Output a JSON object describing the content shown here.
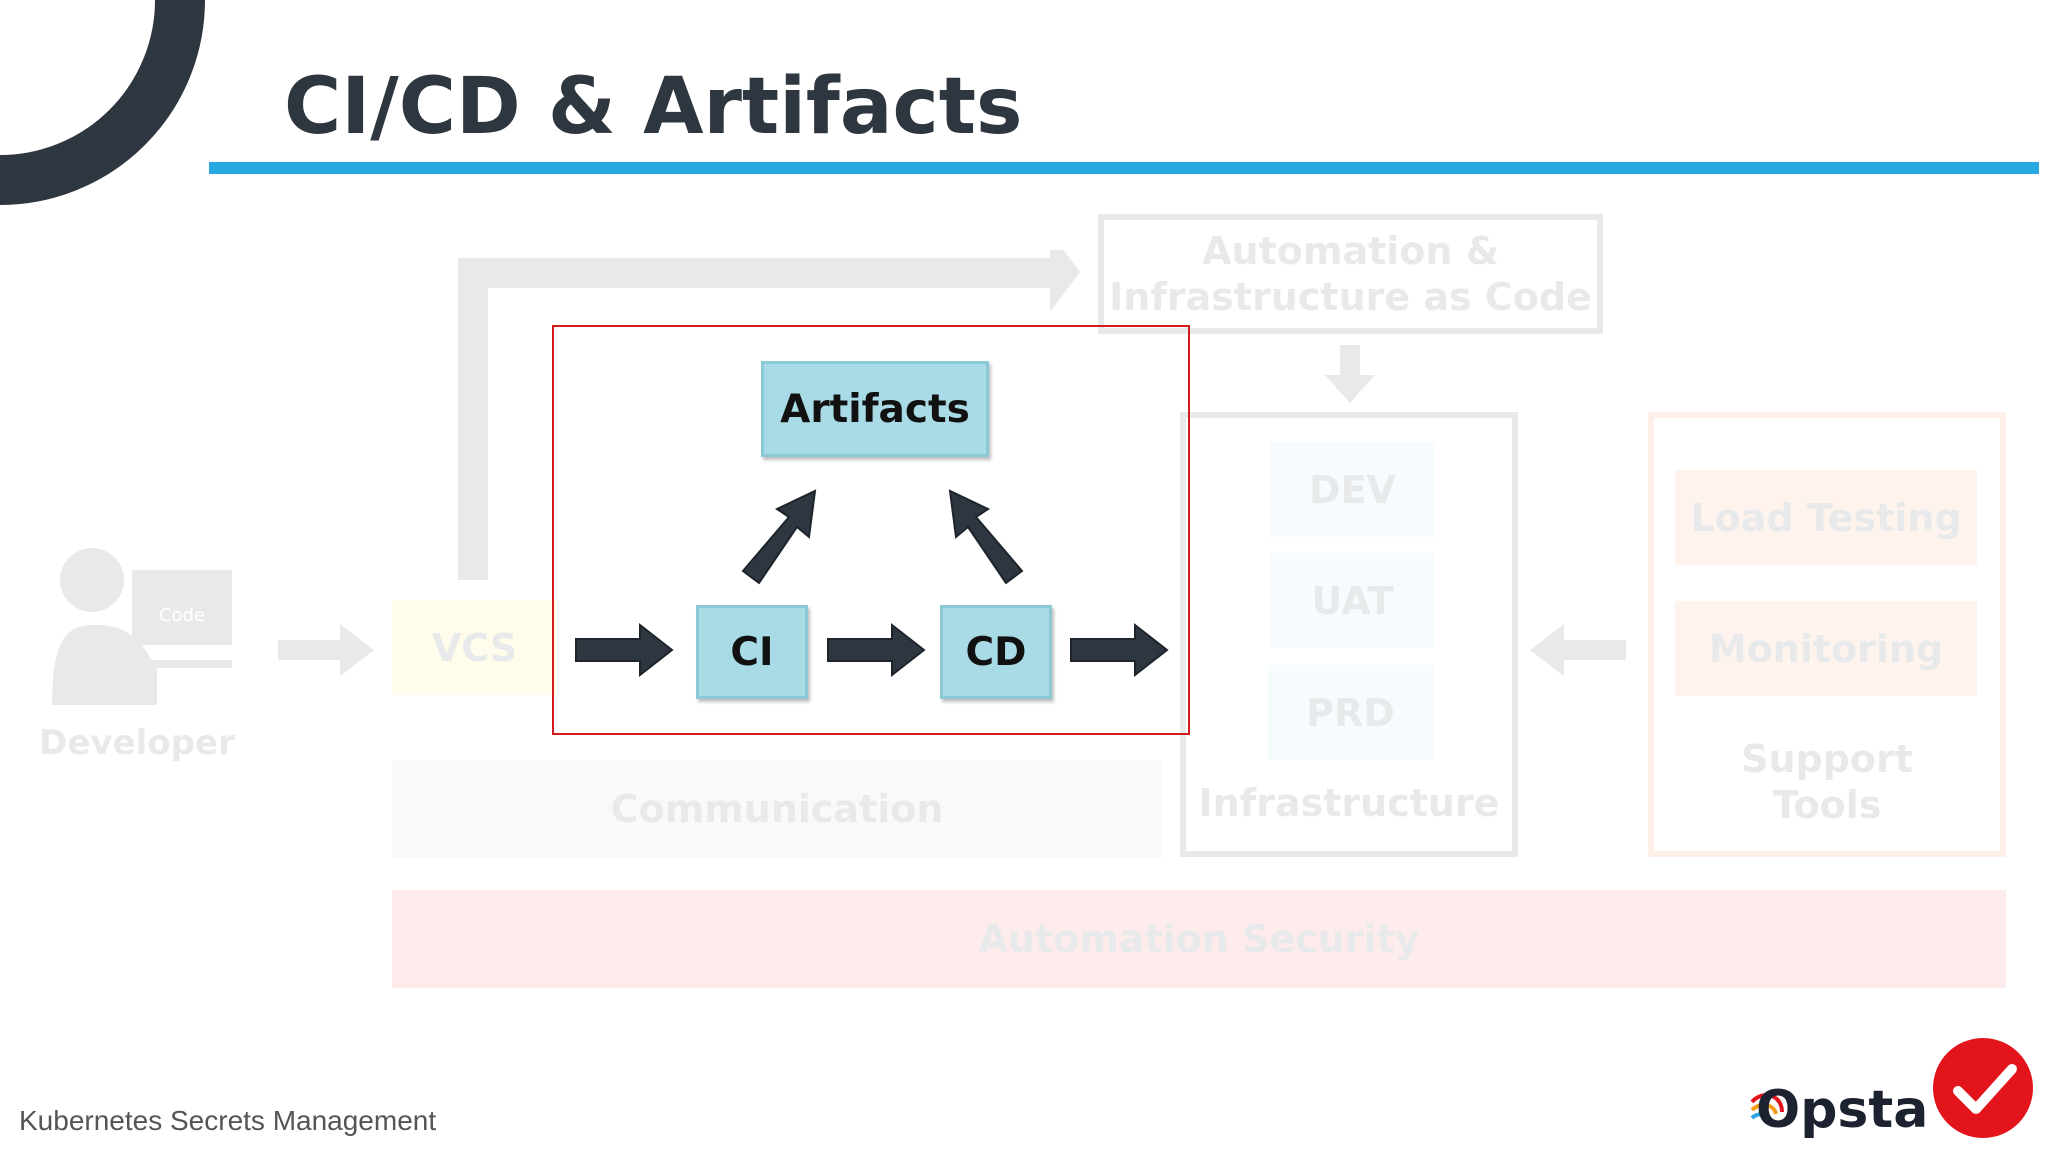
{
  "slide": {
    "title": "CI/CD & Artifacts",
    "footer": "Kubernetes Secrets Management"
  },
  "colors": {
    "accent_blue": "#29a8e0",
    "dark": "#2e3640",
    "highlight_box": "#a9dbe6",
    "frame_red": "#d11a1a",
    "logo_red": "#e4141c"
  },
  "background_diagram": {
    "developer_label": "Developer",
    "code_label": "Code",
    "vcs_label": "VCS",
    "automation_label_line1": "Automation &",
    "automation_label_line2": "Infrastructure as Code",
    "environments": [
      "DEV",
      "UAT",
      "PRD"
    ],
    "infrastructure_label": "Infrastructure",
    "support_items": [
      "Load Testing",
      "Monitoring"
    ],
    "support_label_line1": "Support",
    "support_label_line2": "Tools",
    "communication_label": "Communication",
    "security_label": "Automation Security"
  },
  "highlight": {
    "artifacts_label": "Artifacts",
    "ci_label": "CI",
    "cd_label": "CD"
  },
  "logo": {
    "brand_text": "Opsta"
  },
  "icons": [
    "corner-arc-icon",
    "developer-icon",
    "arrow-right-icon",
    "arrow-up-right-icon",
    "arrow-up-left-icon",
    "arrow-left-icon",
    "arrow-down-icon",
    "opsta-logo-icon",
    "checkmark-badge-icon"
  ]
}
